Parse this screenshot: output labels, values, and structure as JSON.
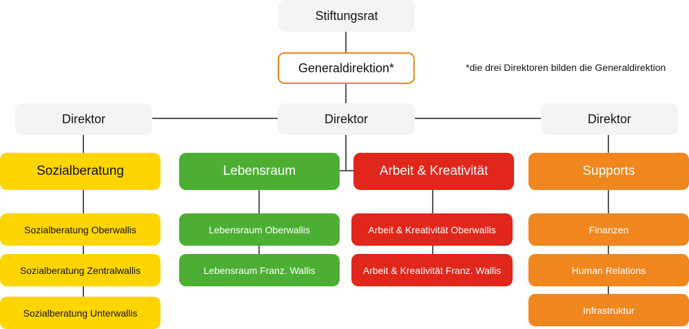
{
  "top": {
    "board": "Stiftungsrat",
    "management": "Generaldirektion*"
  },
  "note": "*die drei Direktoren bilden die Generaldirektion",
  "directors": {
    "left": "Direktor",
    "center": "Direktor",
    "right": "Direktor"
  },
  "departments": [
    {
      "title": "Sozialberatung",
      "color": "#ffd500",
      "units": [
        "Sozialberatung Oberwallis",
        "Sozialberatung Zentralwallis",
        "Sozialberatung Unterwallis"
      ]
    },
    {
      "title": "Lebensraum",
      "color": "#4caf34",
      "units": [
        "Lebensraum Oberwallis",
        "Lebensraum Franz. Wallis"
      ]
    },
    {
      "title": "Arbeit & Kreativität",
      "color": "#e1261c",
      "units": [
        "Arbeit & Kreativität Oberwallis",
        "Arbeit & Kreativität Franz. Wallis"
      ]
    },
    {
      "title": "Supports",
      "color": "#ef861e",
      "units": [
        "Finanzen",
        "Human Relations",
        "Infrastruktur"
      ]
    }
  ],
  "colors": {
    "line": "#555555",
    "outline": "#e8871e",
    "grey_box": "#f4f4f4"
  }
}
